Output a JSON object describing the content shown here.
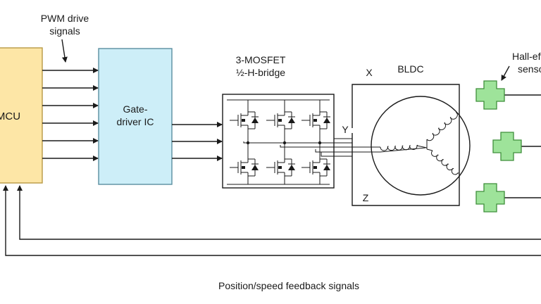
{
  "labels": {
    "pwm": [
      "PWM drive",
      "signals"
    ],
    "mcu": "MCU",
    "gate_driver": [
      "Gate-",
      "driver IC"
    ],
    "bridge": [
      "3-MOSFET",
      "½-H-bridge"
    ],
    "motor": "BLDC",
    "phase_x": "X",
    "phase_y": "Y",
    "phase_z": "Z",
    "hall": [
      "Hall-effect",
      "sensors"
    ],
    "feedback": "Position/speed feedback signals"
  },
  "colors": {
    "mcu_fill": "#fde6a6",
    "mcu_stroke": "#b89a45",
    "driver_fill": "#cdeef8",
    "driver_stroke": "#5a8ea0",
    "hall_fill": "#9ee39a",
    "hall_stroke": "#3f8f3b",
    "line": "#1a1a1a"
  },
  "pwm_signal_count": 6,
  "gate_output_count": 3,
  "hall_sensor_count": 3
}
